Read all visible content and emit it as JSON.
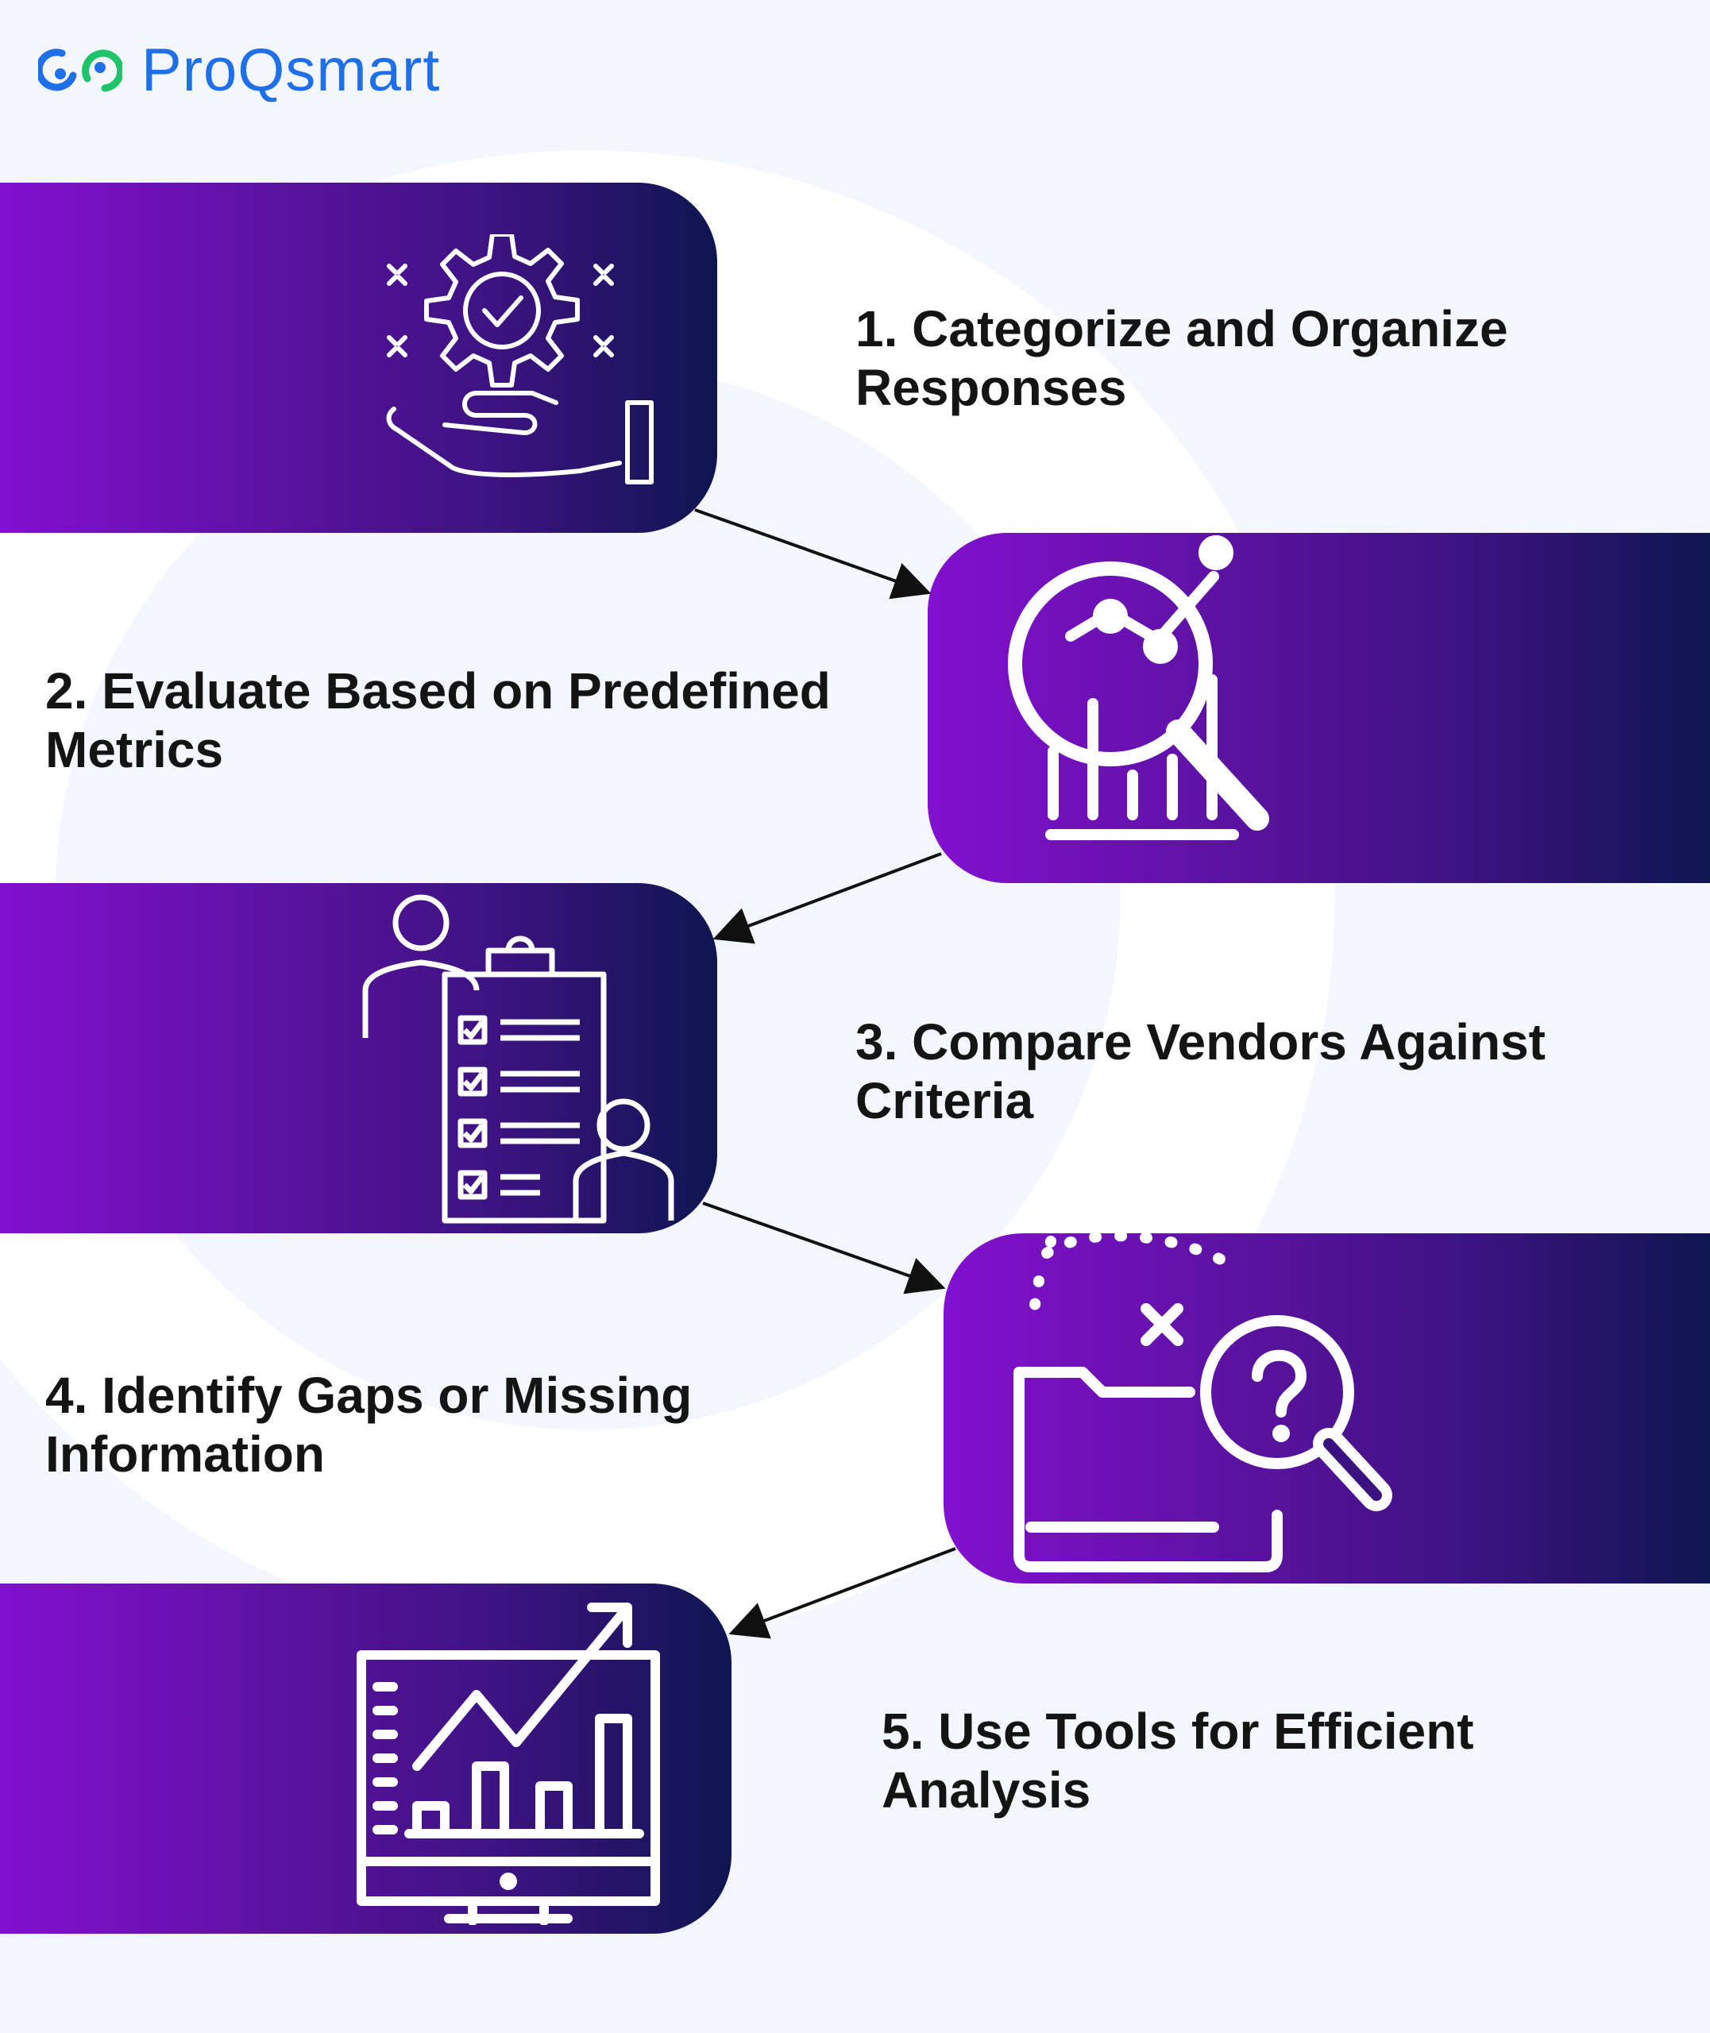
{
  "logo": {
    "text": "ProQsmart"
  },
  "steps": [
    {
      "title": "1. Categorize and Organize Responses",
      "icon": "gear-hand-icon"
    },
    {
      "title": "2. Evaluate Based on Predefined Metrics",
      "icon": "magnifier-chart-icon"
    },
    {
      "title": "3. Compare Vendors Against Criteria",
      "icon": "vendors-checklist-icon"
    },
    {
      "title": "4. Identify Gaps or Missing Information",
      "icon": "folder-question-icon"
    },
    {
      "title": "5. Use Tools for Efficient Analysis",
      "icon": "monitor-growth-chart-icon"
    }
  ],
  "colors": {
    "brand_blue": "#1f6fe8",
    "brand_green": "#1fc46a",
    "gradient_start": "#8310d0",
    "gradient_end": "#0e1650"
  }
}
